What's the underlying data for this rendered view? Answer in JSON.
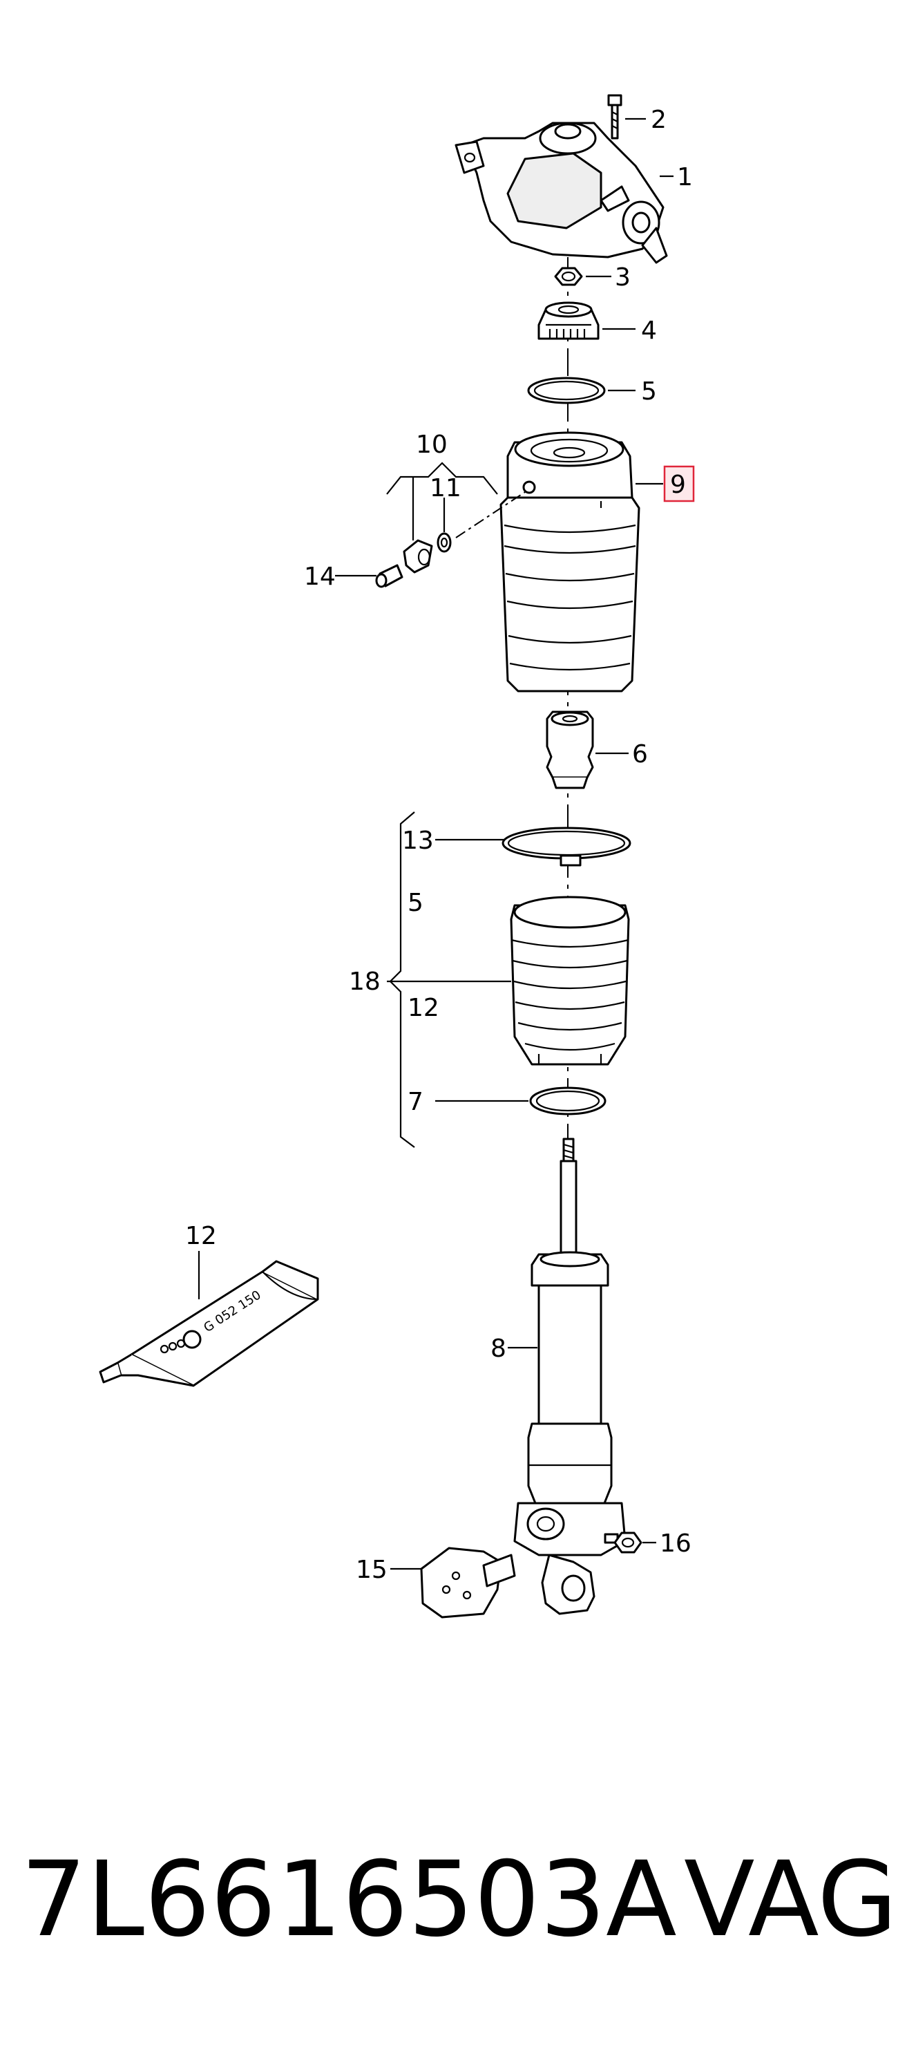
{
  "diagram": {
    "callouts": {
      "c1": "1",
      "c2": "2",
      "c3": "3",
      "c4": "4",
      "c5": "5",
      "c6": "6",
      "c7": "7",
      "c8": "8",
      "c9": "9",
      "c10": "10",
      "c11": "11",
      "c12_tube": "12",
      "c13": "13",
      "c14": "14",
      "c15": "15",
      "c16": "16",
      "c18": "18",
      "c18_sub5": "5",
      "c18_sub12": "12"
    },
    "highlighted_callout": "9",
    "highlight_color": "#e0263a",
    "tube_print": "G 052 150"
  },
  "footer": {
    "part_number": "7L6616503A",
    "brand": "VAG"
  }
}
